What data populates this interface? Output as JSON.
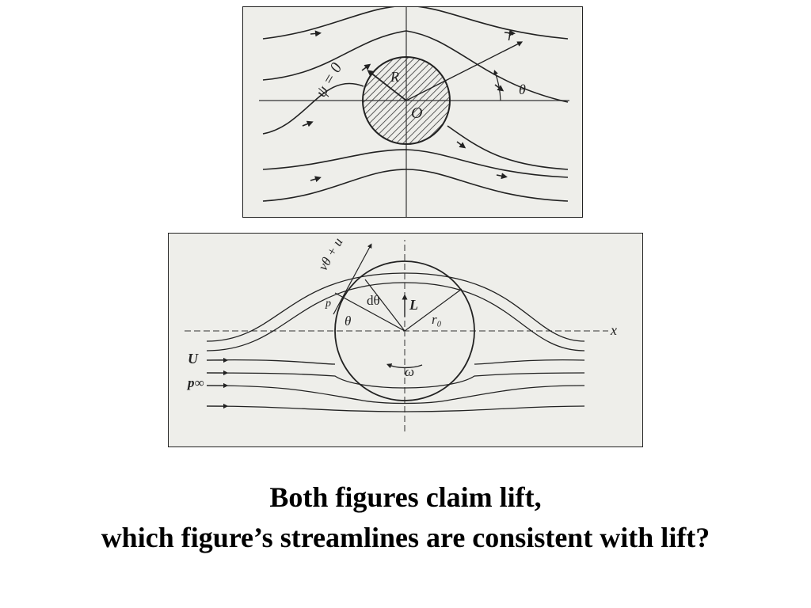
{
  "figure_top": {
    "labels": {
      "psi": "ψ = 0",
      "radius": "R",
      "origin": "O",
      "angle": "θ",
      "radial": "r"
    }
  },
  "figure_bottom": {
    "labels": {
      "v": "vθ + u",
      "dtheta": "dθ",
      "lift": "L",
      "theta": "θ",
      "radius": "r₀",
      "omega": "ω",
      "x_axis": "x",
      "freestream": "U",
      "pressure": "p∞",
      "p": "p"
    }
  },
  "caption": {
    "line1": "Both figures claim lift,",
    "line2": "which figure’s streamlines are consistent with lift?"
  }
}
